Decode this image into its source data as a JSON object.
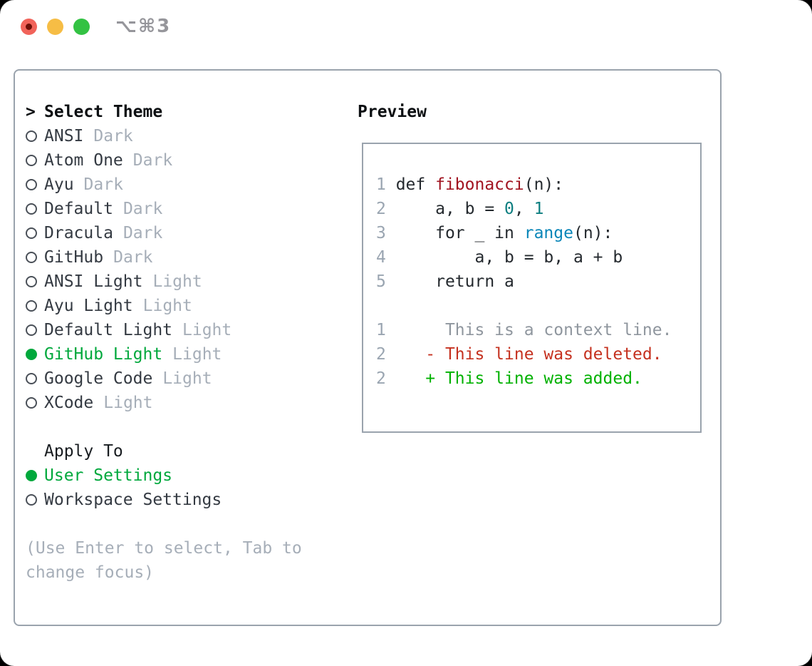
{
  "window": {
    "shortcut_label": "⌥⌘3",
    "traffic_lights": [
      "close",
      "minimize",
      "zoom"
    ]
  },
  "colors": {
    "accent_green": "#00a83c",
    "added_green": "#00b100",
    "deleted_red": "#c5311f",
    "function_red": "#a11421",
    "number_teal": "#0d7e80",
    "builtin_blue": "#0a86b8",
    "muted_gray": "#a6aeb8",
    "border_gray": "#9aa3ad",
    "text_dark": "#343a42"
  },
  "theme_panel": {
    "header": {
      "prefix": ">",
      "label": "Select Theme"
    },
    "items": [
      {
        "name": "ANSI",
        "variant": "Dark",
        "selected": false
      },
      {
        "name": "Atom One",
        "variant": "Dark",
        "selected": false
      },
      {
        "name": "Ayu",
        "variant": "Dark",
        "selected": false
      },
      {
        "name": "Default",
        "variant": "Dark",
        "selected": false
      },
      {
        "name": "Dracula",
        "variant": "Dark",
        "selected": false
      },
      {
        "name": "GitHub",
        "variant": "Dark",
        "selected": false
      },
      {
        "name": "ANSI Light",
        "variant": "Light",
        "selected": false
      },
      {
        "name": "Ayu Light",
        "variant": "Light",
        "selected": false
      },
      {
        "name": "Default Light",
        "variant": "Light",
        "selected": false
      },
      {
        "name": "GitHub Light",
        "variant": "Light",
        "selected": true
      },
      {
        "name": "Google Code",
        "variant": "Light",
        "selected": false
      },
      {
        "name": "XCode",
        "variant": "Light",
        "selected": false
      }
    ]
  },
  "apply_panel": {
    "header": "Apply To",
    "options": [
      {
        "label": "User Settings",
        "selected": true
      },
      {
        "label": "Workspace Settings",
        "selected": false
      }
    ]
  },
  "hint": {
    "line1": "(Use Enter to select, Tab to",
    "line2": "change focus)"
  },
  "preview": {
    "header": "Preview",
    "lines": [
      {
        "segs": [
          {
            "t": "1 ",
            "c": "num"
          },
          {
            "t": "def ",
            "c": "kw"
          },
          {
            "t": "fibonacci",
            "c": "fn"
          },
          {
            "t": "(n):",
            "c": "code"
          }
        ]
      },
      {
        "segs": [
          {
            "t": "2 ",
            "c": "num"
          },
          {
            "t": "    a, b = ",
            "c": "code"
          },
          {
            "t": "0",
            "c": "numlit"
          },
          {
            "t": ", ",
            "c": "code"
          },
          {
            "t": "1",
            "c": "numlit"
          }
        ]
      },
      {
        "segs": [
          {
            "t": "3 ",
            "c": "num"
          },
          {
            "t": "    for _ in ",
            "c": "code"
          },
          {
            "t": "range",
            "c": "builtin"
          },
          {
            "t": "(n):",
            "c": "code"
          }
        ]
      },
      {
        "segs": [
          {
            "t": "4 ",
            "c": "num"
          },
          {
            "t": "        a, b = b, a + b",
            "c": "code"
          }
        ]
      },
      {
        "segs": [
          {
            "t": "5 ",
            "c": "num"
          },
          {
            "t": "    return a",
            "c": "code"
          }
        ]
      },
      {
        "segs": []
      },
      {
        "segs": [
          {
            "t": "1 ",
            "c": "num"
          },
          {
            "t": "     This is a context line.",
            "c": "context"
          }
        ]
      },
      {
        "segs": [
          {
            "t": "2 ",
            "c": "num"
          },
          {
            "t": "   - This line was deleted.",
            "c": "deleted"
          }
        ]
      },
      {
        "segs": [
          {
            "t": "2 ",
            "c": "num"
          },
          {
            "t": "   + This line was added.",
            "c": "added"
          }
        ]
      }
    ]
  }
}
